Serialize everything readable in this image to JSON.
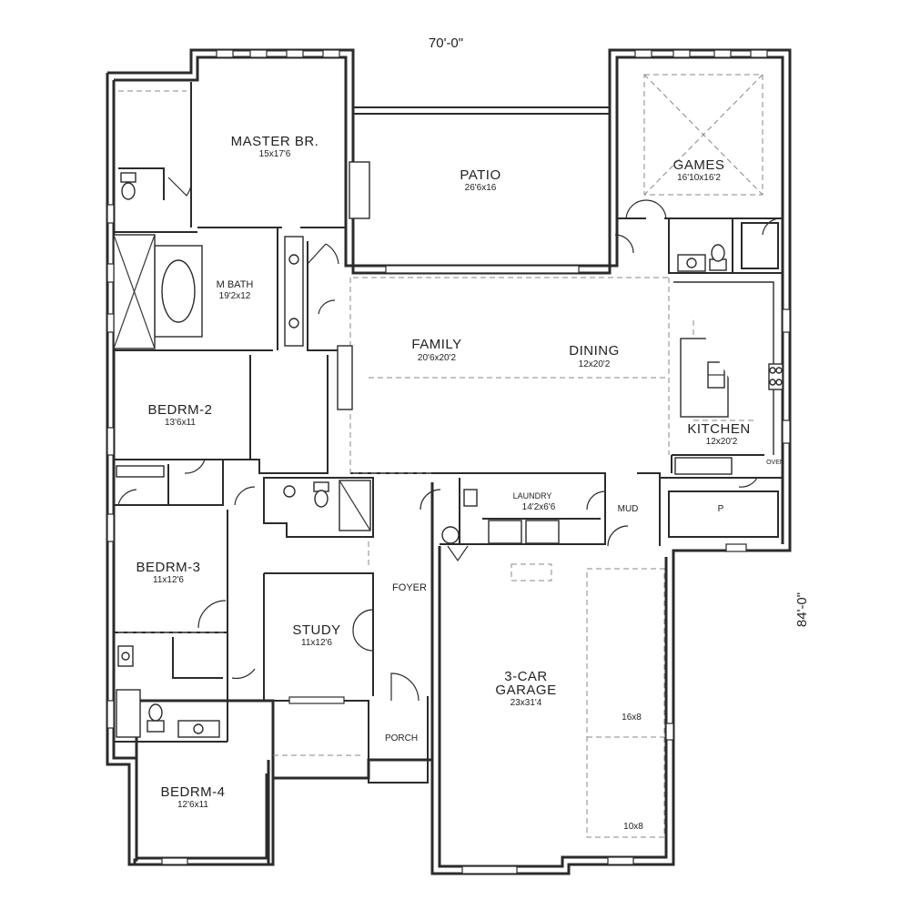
{
  "dimensions": {
    "width": "70'-0\"",
    "depth": "84'-0\""
  },
  "rooms": {
    "master_br": {
      "name": "MASTER BR.",
      "size": "15x17'6"
    },
    "patio": {
      "name": "PATIO",
      "size": "26'6x16"
    },
    "games": {
      "name": "GAMES",
      "size": "16'10x16'2"
    },
    "m_bath": {
      "name": "M BATH",
      "size": "19'2x12"
    },
    "family": {
      "name": "FAMILY",
      "size": "20'6x20'2"
    },
    "dining": {
      "name": "DINING",
      "size": "12x20'2"
    },
    "kitchen": {
      "name": "KITCHEN",
      "size": "12x20'2"
    },
    "bedrm2": {
      "name": "BEDRM-2",
      "size": "13'6x11"
    },
    "laundry": {
      "name": "LAUNDRY",
      "size": "14'2x6'6"
    },
    "mud": {
      "name": "MUD"
    },
    "pantry": {
      "name": "P"
    },
    "bedrm3": {
      "name": "BEDRM-3",
      "size": "11x12'6"
    },
    "foyer": {
      "name": "FOYER"
    },
    "study": {
      "name": "STUDY",
      "size": "11x12'6"
    },
    "garage": {
      "name": "3-CAR GARAGE",
      "line1": "3-CAR",
      "line2": "GARAGE",
      "size": "23x31'4",
      "bay1": "16x8",
      "bay2": "10x8"
    },
    "porch": {
      "name": "PORCH"
    },
    "bedrm4": {
      "name": "BEDRM-4",
      "size": "12'6x11"
    }
  },
  "labels": {
    "oven": "OVEN"
  }
}
